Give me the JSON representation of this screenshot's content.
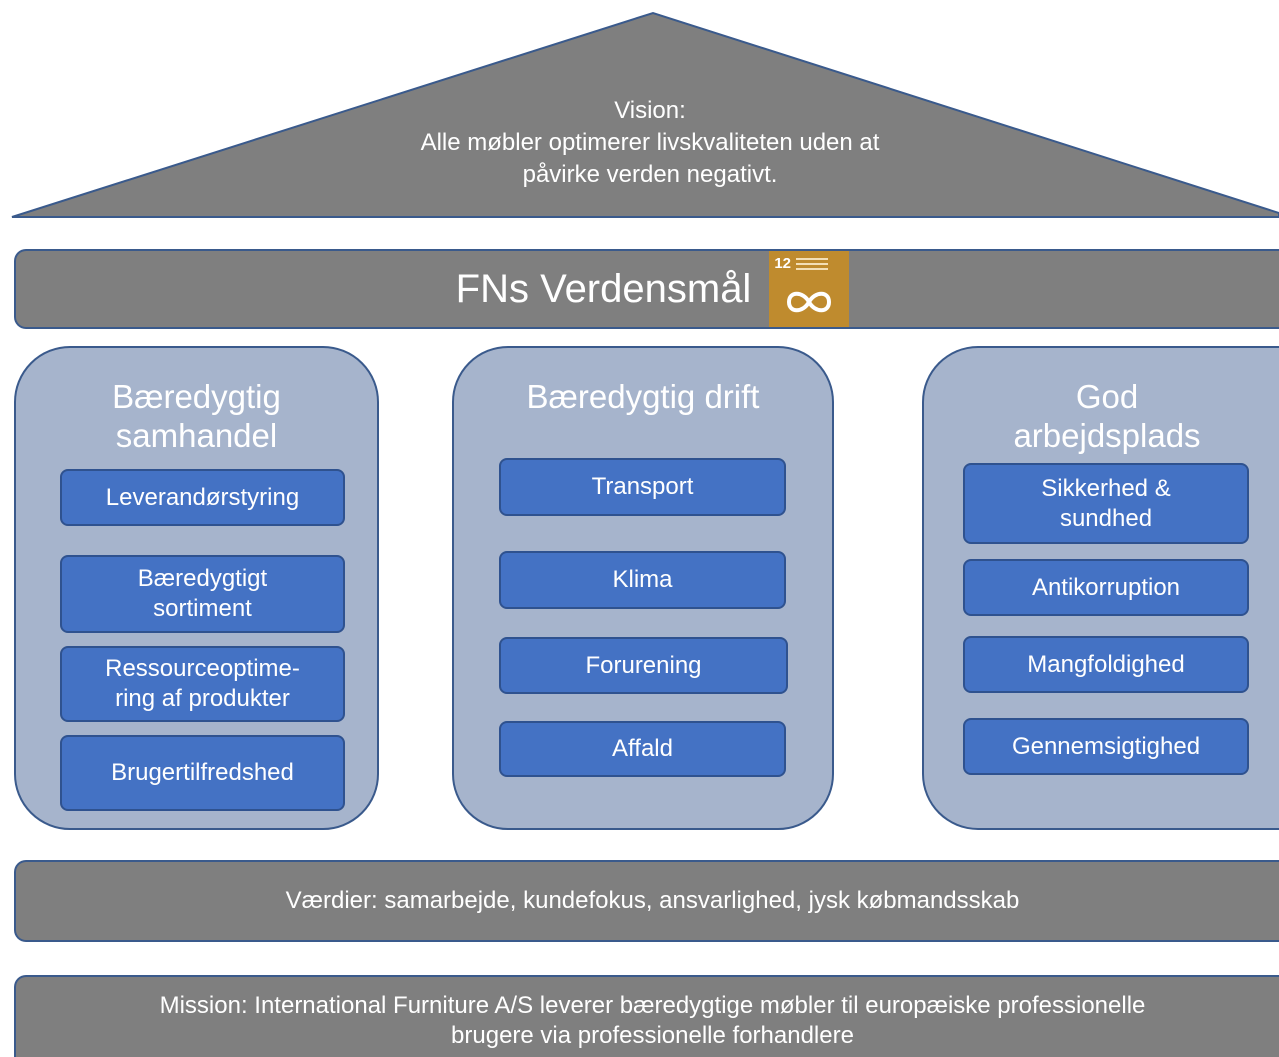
{
  "vision": {
    "lines": [
      "Vision:",
      "Alle møbler optimerer livskvaliteten uden at",
      "påvirke verden negativt."
    ]
  },
  "goals": {
    "title": "FNs Verdensmål",
    "sdg_icon": {
      "name": "sdg-12-responsible-consumption-icon",
      "number": "12",
      "color": "#bf8b2e"
    }
  },
  "pillars": [
    {
      "title_lines": [
        "Bæredygtig",
        "samhandel"
      ],
      "items": [
        {
          "lines": [
            "Leverandørstyring"
          ]
        },
        {
          "lines": [
            "Bæredygtigt",
            "sortiment"
          ]
        },
        {
          "lines": [
            "Ressourceoptime-",
            "ring af produkter"
          ]
        },
        {
          "lines": [
            "Brugertilfredshed"
          ]
        }
      ]
    },
    {
      "title_lines": [
        "Bæredygtig drift"
      ],
      "items": [
        {
          "lines": [
            "Transport"
          ]
        },
        {
          "lines": [
            "Klima"
          ]
        },
        {
          "lines": [
            "Forurening"
          ]
        },
        {
          "lines": [
            "Affald"
          ]
        }
      ]
    },
    {
      "title_lines": [
        "God",
        "arbejdsplads"
      ],
      "items": [
        {
          "lines": [
            "Sikkerhed &",
            "sundhed"
          ]
        },
        {
          "lines": [
            "Antikorruption"
          ]
        },
        {
          "lines": [
            "Mangfoldighed"
          ]
        },
        {
          "lines": [
            "Gennemsigtighed"
          ]
        }
      ]
    }
  ],
  "values": {
    "text": "Værdier: samarbejde, kundefokus, ansvarlighed, jysk købmandsskab"
  },
  "mission": {
    "lines": [
      "Mission: International Furniture A/S leverer bæredygtige møbler til europæiske professionelle",
      "brugere via professionelle forhandlere"
    ]
  },
  "colors": {
    "band_gray": "#7f7f7f",
    "pillar_fill": "#a6b4cc",
    "item_blue": "#4472c4",
    "outline_blue": "#3a5a8c"
  }
}
